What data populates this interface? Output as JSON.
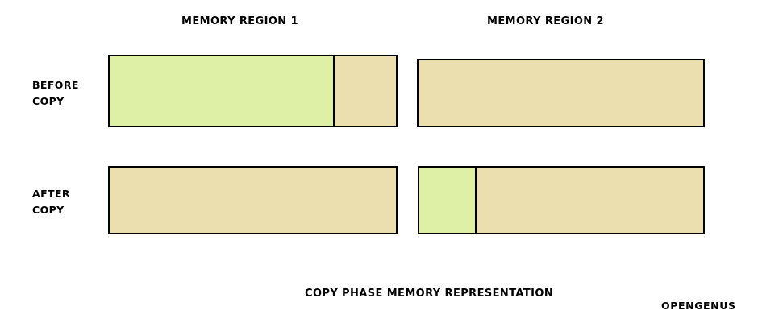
{
  "diagram": {
    "caption": "COPY PHASE MEMORY REPRESENTATION",
    "watermark": "OPENGENUS",
    "colors": {
      "used_green": "#ddf0a5",
      "free_tan": "#ebdfaf",
      "outline": "#000000",
      "background": "#ffffff"
    },
    "column_headers": [
      {
        "id": "region-1",
        "label": "MEMORY REGION 1"
      },
      {
        "id": "region-2",
        "label": "MEMORY REGION 2"
      }
    ],
    "rows": [
      {
        "id": "before-copy",
        "label_line_1": "BEFORE",
        "label_line_2": "COPY",
        "bars": [
          {
            "id": "before-region-1",
            "segments": [
              {
                "name": "occupied",
                "color": "#ddf0a5",
                "width_pct": 78.6
              },
              {
                "name": "free",
                "color": "#ebdfaf",
                "width_pct": 21.4
              }
            ]
          },
          {
            "id": "before-region-2",
            "segments": [
              {
                "name": "free",
                "color": "#ebdfaf",
                "width_pct": 100
              }
            ]
          }
        ]
      },
      {
        "id": "after-copy",
        "label_line_1": "AFTER",
        "label_line_2": "COPY",
        "bars": [
          {
            "id": "after-region-1",
            "segments": [
              {
                "name": "free",
                "color": "#ebdfaf",
                "width_pct": 100
              }
            ]
          },
          {
            "id": "after-region-2",
            "segments": [
              {
                "name": "occupied",
                "color": "#ddf0a5",
                "width_pct": 20.2
              },
              {
                "name": "free",
                "color": "#ebdfaf",
                "width_pct": 79.8
              }
            ]
          }
        ]
      }
    ]
  }
}
